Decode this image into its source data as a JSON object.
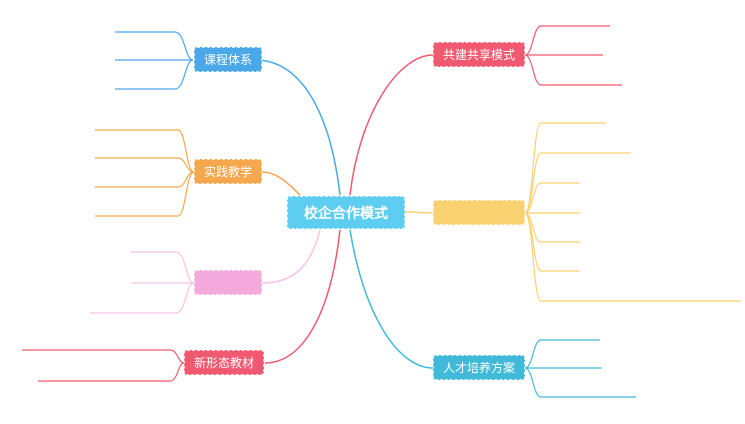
{
  "center": {
    "label": "校企合作模式"
  },
  "branches": [
    {
      "id": "courses",
      "label": "课程体系",
      "color": "#4aa8e8",
      "leaves": [
        {
          "text": ""
        },
        {
          "text": ""
        },
        {
          "text": ""
        }
      ]
    },
    {
      "id": "practice",
      "label": "实践教学",
      "color": "#f4a74c",
      "leaves": [
        {
          "text": ""
        },
        {
          "text": ""
        },
        {
          "text": ""
        },
        {
          "text": ""
        }
      ]
    },
    {
      "id": "textbook",
      "label": "",
      "color": "#f4a9dd",
      "leaves": [
        {
          "text": ""
        },
        {
          "text": ""
        },
        {
          "text": ""
        }
      ]
    },
    {
      "id": "newform",
      "label": "新形态教材",
      "color": "#f0596f",
      "leaves": [
        {
          "text": ""
        },
        {
          "text": ""
        }
      ]
    },
    {
      "id": "sharing",
      "label": "共建共享模式",
      "color": "#f0596f",
      "leaves": [
        {
          "text": ""
        },
        {
          "text": ""
        },
        {
          "text": ""
        }
      ]
    },
    {
      "id": "center",
      "label": "",
      "color": "#f9d171",
      "leaves": [
        {
          "text": ""
        },
        {
          "text": ""
        },
        {
          "text": ""
        },
        {
          "text": ""
        },
        {
          "text": ""
        },
        {
          "text": ""
        },
        {
          "text": ""
        }
      ]
    },
    {
      "id": "talent",
      "label": "人才培养方案",
      "color": "#41b9d8",
      "leaves": [
        {
          "text": ""
        },
        {
          "text": ""
        },
        {
          "text": ""
        }
      ]
    }
  ]
}
